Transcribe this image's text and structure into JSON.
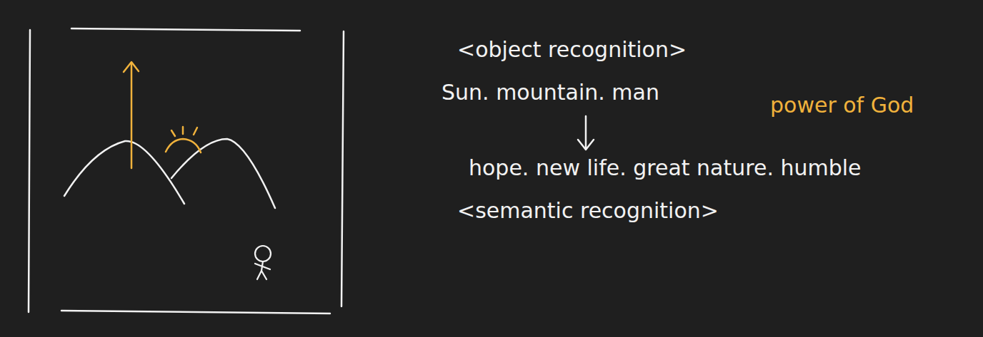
{
  "diagram": {
    "labels": [
      "<object recognition>",
      "Sun. mountain. man",
      "power of God",
      "hope. new life. great nature. humble",
      "<semantic recognition>"
    ]
  }
}
